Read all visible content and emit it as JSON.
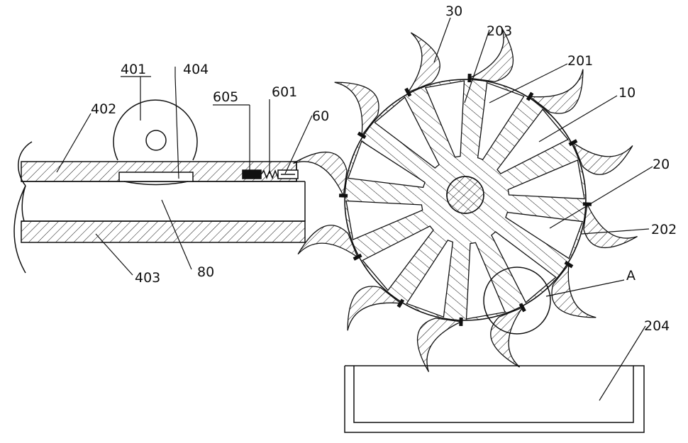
{
  "labels": {
    "l401": "401",
    "l404": "404",
    "l402": "402",
    "l605": "605",
    "l601": "601",
    "l60": "60",
    "l403": "403",
    "l80": "80",
    "l30": "30",
    "l203": "203",
    "l201": "201",
    "l10": "10",
    "l20": "20",
    "l202": "202",
    "lA": "A",
    "l204": "204"
  },
  "colors": {
    "line": "#111111",
    "background": "#ffffff"
  }
}
